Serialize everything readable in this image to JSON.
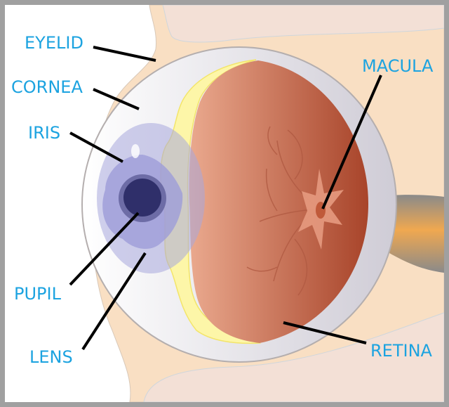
{
  "labels": {
    "eyelid": "EYELID",
    "cornea": "CORNEA",
    "iris": "IRIS",
    "pupil": "PUPIL",
    "lens": "LENS",
    "macula": "MACULA",
    "retina": "RETINA"
  },
  "colors": {
    "label": "#1ca3e0",
    "frame": "#a0a0a0",
    "skin": "#f9dfc3",
    "retina_light": "#e8a58a",
    "retina_dark": "#a8452a",
    "iris": "#9d9cd8",
    "pupil": "#2f2f6a"
  }
}
